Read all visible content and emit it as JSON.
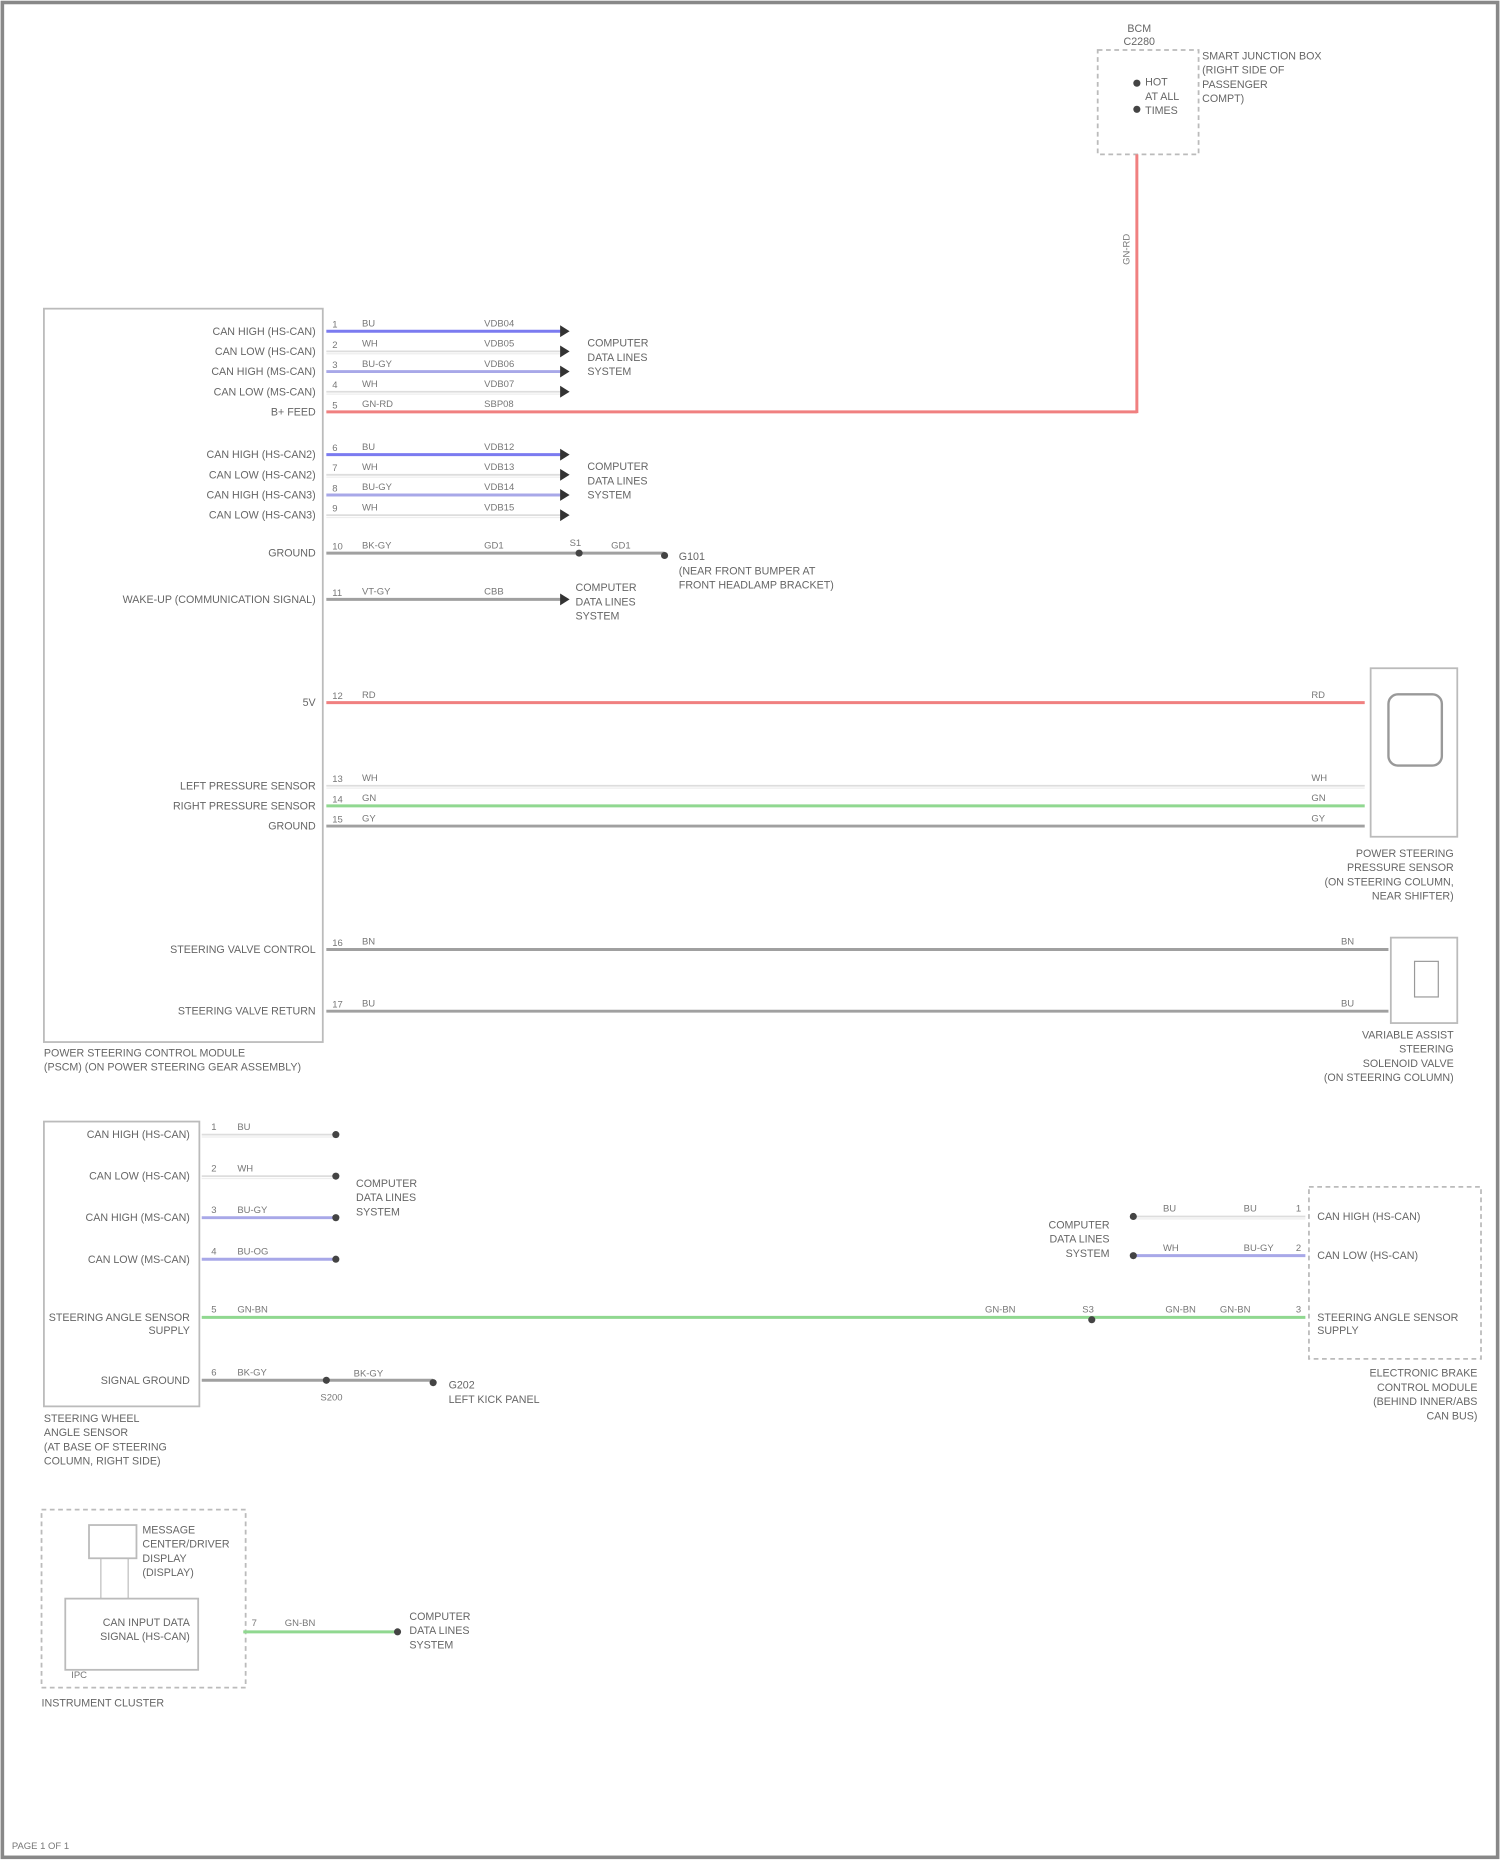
{
  "colors": {
    "red": "#f08080",
    "blue": "#7b7bf0",
    "lightblue": "#a8a8e8",
    "green": "#90d890",
    "gray": "#a0a0a0",
    "white": "#dddddd",
    "frame": "#888888"
  },
  "bcm": {
    "header": [
      "BCM",
      "C2280"
    ],
    "pins": [
      "HOT",
      "AT ALL",
      "TIMES"
    ],
    "label": [
      "SMART JUNCTION BOX",
      "(RIGHT SIDE OF",
      "PASSENGER",
      "COMPT)"
    ],
    "wire": "GN-RD"
  },
  "pscm": {
    "label": [
      "POWER STEERING CONTROL MODULE",
      "(PSCM) (ON POWER STEERING GEAR ASSEMBLY)"
    ],
    "group1": [
      {
        "pin": "CAN HIGH (HS-CAN)",
        "num": "1",
        "color": "BU",
        "circuit": "VDB04",
        "style": "blue"
      },
      {
        "pin": "CAN LOW (HS-CAN)",
        "num": "2",
        "color": "WH",
        "circuit": "VDB05",
        "style": "white"
      },
      {
        "pin": "CAN HIGH (MS-CAN)",
        "num": "3",
        "color": "BU-GY",
        "circuit": "VDB06",
        "style": "lightblue"
      },
      {
        "pin": "CAN LOW (MS-CAN)",
        "num": "4",
        "color": "WH",
        "circuit": "VDB07",
        "style": "white"
      },
      {
        "pin": "B+ FEED",
        "num": "5",
        "color": "GN-RD",
        "circuit": "SBP08",
        "style": "red"
      }
    ],
    "group1_dest": [
      "COMPUTER",
      "DATA LINES",
      "SYSTEM"
    ],
    "group2": [
      {
        "pin": "CAN HIGH (HS-CAN2)",
        "num": "6",
        "color": "BU",
        "circuit": "VDB12",
        "style": "blue"
      },
      {
        "pin": "CAN LOW (HS-CAN2)",
        "num": "7",
        "color": "WH",
        "circuit": "VDB13",
        "style": "white"
      },
      {
        "pin": "CAN HIGH (HS-CAN3)",
        "num": "8",
        "color": "BU-GY",
        "circuit": "VDB14",
        "style": "lightblue"
      },
      {
        "pin": "CAN LOW (HS-CAN3)",
        "num": "9",
        "color": "WH",
        "circuit": "VDB15",
        "style": "white"
      }
    ],
    "group2_dest": [
      "COMPUTER",
      "DATA LINES",
      "SYSTEM"
    ],
    "ground": {
      "pin": "GROUND",
      "num": "10",
      "color": "BK-GY",
      "circuit": "GD1",
      "splice": "S1",
      "circuit2": "GD1",
      "dest": [
        "G101",
        "(NEAR FRONT BUMPER AT",
        "FRONT HEADLAMP BRACKET)"
      ]
    },
    "wake": {
      "pin": "WAKE-UP (COMMUNICATION SIGNAL)",
      "num": "11",
      "color": "VT-GY",
      "circuit": "CBB",
      "dest": [
        "COMPUTER",
        "DATA LINES",
        "SYSTEM"
      ]
    },
    "vref": {
      "pin": "5V",
      "num": "12",
      "color": "RD",
      "circuit2": "RD"
    },
    "sensor": [
      {
        "pin": "LEFT PRESSURE SENSOR",
        "num": "13",
        "color": "WH",
        "color2": "WH",
        "style": "white"
      },
      {
        "pin": "RIGHT PRESSURE SENSOR",
        "num": "14",
        "color": "GN",
        "color2": "GN",
        "style": "green"
      },
      {
        "pin": "GROUND",
        "num": "15",
        "color": "GY",
        "color2": "GY",
        "style": "gray"
      }
    ],
    "sensor_label": [
      "POWER STEERING",
      "PRESSURE SENSOR",
      "(ON STEERING COLUMN,",
      "NEAR SHIFTER)"
    ],
    "valve": [
      {
        "pin": "STEERING VALVE CONTROL",
        "num": "16",
        "color": "BN",
        "color2": "BN"
      },
      {
        "pin": "STEERING VALVE RETURN",
        "num": "17",
        "color": "BU",
        "color2": "BU"
      }
    ],
    "valve_label": [
      "VARIABLE ASSIST",
      "STEERING",
      "SOLENOID VALVE",
      "(ON STEERING COLUMN)"
    ]
  },
  "sas": {
    "pins": [
      "CAN HIGH (HS-CAN)",
      "CAN LOW (HS-CAN)",
      "CAN HIGH (MS-CAN)",
      "CAN LOW (MS-CAN)",
      "STEERING ANGLE SENSOR SUPPLY",
      "SIGNAL GROUND"
    ],
    "nums": [
      "1",
      "2",
      "3",
      "4",
      "5",
      "6"
    ],
    "wires": [
      "BU",
      "WH",
      "BU-GY",
      "BU-OG",
      "GN-BN",
      "BK-GY"
    ],
    "dest": [
      "COMPUTER",
      "DATA LINES",
      "SYSTEM"
    ],
    "ground": {
      "splice": "S200",
      "circuit": "BK-GY",
      "dest": [
        "G202",
        "LEFT KICK PANEL"
      ]
    },
    "label": [
      "STEERING WHEEL",
      "ANGLE SENSOR",
      "(AT BASE OF STEERING",
      "COLUMN, RIGHT SIDE)"
    ]
  },
  "ecm": {
    "pins": [
      "CAN HIGH (HS-CAN)",
      "CAN LOW (HS-CAN)",
      "STEERING ANGLE SENSOR SUPPLY"
    ],
    "nums": [
      "1",
      "2",
      "3"
    ],
    "left_wires": [
      "BU",
      "WH",
      "GN-BN"
    ],
    "right_wires": [
      "BU",
      "BU-GY",
      "GN-BN"
    ],
    "splice": "S3",
    "splice_circuit": "GN-BN",
    "dest": [
      "COMPUTER",
      "DATA LINES",
      "SYSTEM"
    ],
    "label": [
      "ELECTRONIC BRAKE",
      "CONTROL MODULE",
      "(BEHIND INNER/ABS",
      "CAN BUS)"
    ]
  },
  "cluster": {
    "inner_top": [
      "MESSAGE",
      "CENTER/DRIVER",
      "DISPLAY",
      "(DISPLAY)"
    ],
    "inner_box": [
      "CAN INPUT DATA",
      "SIGNAL (HS-CAN)"
    ],
    "inner_code": "IPC",
    "pin": "7",
    "wire": "GN-BN",
    "dest": [
      "COMPUTER",
      "DATA LINES",
      "SYSTEM"
    ],
    "label": "INSTRUMENT CLUSTER"
  },
  "footer": "PAGE 1 OF 1"
}
